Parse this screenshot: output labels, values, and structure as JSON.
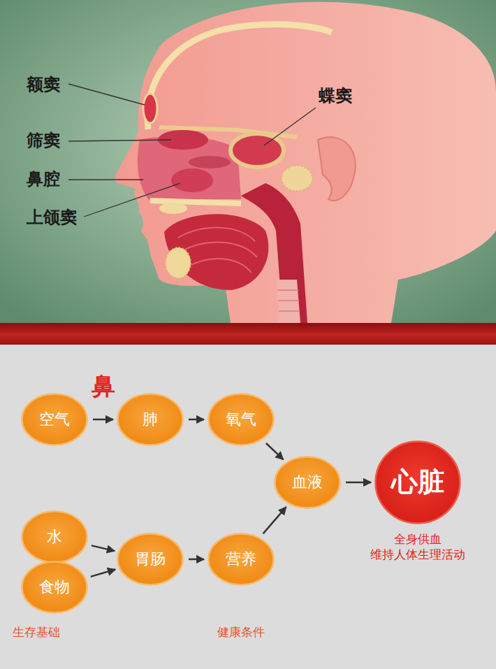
{
  "diagram": {
    "nodes": [
      {
        "text": [
          "空气"
        ]
      },
      {
        "text": [
          "肺"
        ]
      },
      {
        "text": [
          "氧气"
        ]
      },
      {
        "text": [
          "血液"
        ]
      },
      {
        "text": [
          "心脏"
        ]
      },
      {
        "text": [
          "水"
        ]
      },
      {
        "text": [
          "胃肠"
        ]
      },
      {
        "text": [
          "营养"
        ]
      },
      {
        "text": [
          "食物"
        ]
      }
    ],
    "edges": [
      {
        "from": 0,
        "to": 1,
        "arrow": "to",
        "label": "鼻"
      },
      {
        "from": 1,
        "to": 2,
        "arrow": "to"
      },
      {
        "from": 2,
        "to": 3,
        "arrow": "to"
      },
      {
        "from": 5,
        "to": 6,
        "arrow": "to"
      },
      {
        "from": 8,
        "to": 6,
        "arrow": "to"
      },
      {
        "from": 6,
        "to": 7,
        "arrow": "to"
      },
      {
        "from": 7,
        "to": 3,
        "arrow": "to"
      },
      {
        "from": 3,
        "to": 4,
        "arrow": "to"
      }
    ],
    "labels": [
      "额窦",
      "筛窦",
      "鼻腔",
      "上颌窦",
      "蝶窦",
      "全身供血 维持人体生理活动",
      "生存基础",
      "健康条件"
    ]
  }
}
